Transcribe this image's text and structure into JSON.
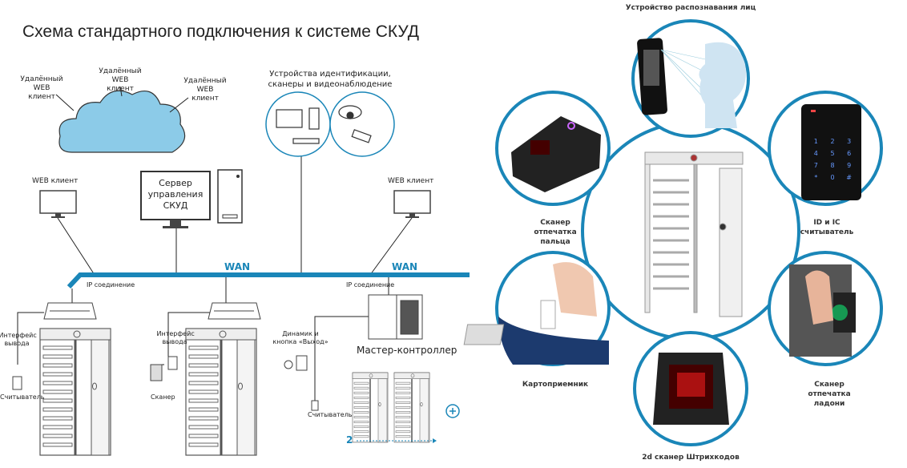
{
  "title": "Схема стандартного подключения к системе СКУД",
  "cloud_clients": [
    "Удалённый WEB клиент",
    "Удалённый WEB клиент",
    "Удалённый WEB клиент"
  ],
  "server_label": "Сервер управления СКУД",
  "devices_label": "Устройства идентификации, сканеры и видеонаблюдение",
  "web_client_left": "WEB клиент",
  "web_client_right": "WEB клиент",
  "wan_labels": [
    "WAN",
    "WAN"
  ],
  "ip_labels": [
    "IP соединение",
    "IP соединение"
  ],
  "output_interface": [
    "Интерфейс вывода",
    "Интерфейс вывода"
  ],
  "reader_labels": [
    "Считыватель",
    "Считыватель"
  ],
  "scanner_label": "Сканер",
  "speaker_label": "Динамик и кнопка «Выход»",
  "master_controller": "Мастер-контроллер",
  "turnstile_count": "2",
  "colors": {
    "accent": "#1a86b8",
    "cloud": "#8ccbe8"
  },
  "right": {
    "face": "Устройство распознавания лиц",
    "fingerprint": "Сканер отпечатка пальца",
    "id_reader": "ID и IC считыватель",
    "card": "Картоприемник",
    "palm": "Сканер отпечатка ладони",
    "barcode": "2d сканер Штрихкодов",
    "keypad": [
      "1",
      "2",
      "3",
      "4",
      "5",
      "6",
      "7",
      "8",
      "9",
      "*",
      "0",
      "#"
    ]
  }
}
